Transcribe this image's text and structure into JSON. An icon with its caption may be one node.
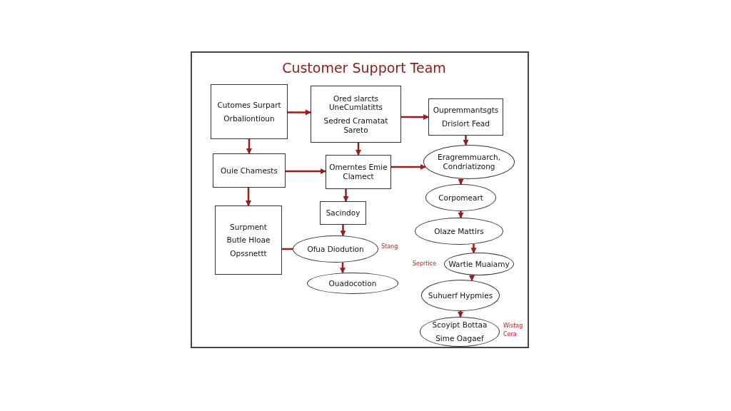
{
  "diagram": {
    "title": "Customer Support Team",
    "nodes": [
      {
        "text": [
          "Cutomes Surpart",
          "Orbaliontioun"
        ]
      },
      {
        "text": [
          "Ored slarcts UneCumlatitts",
          "Sedred Cramatat Sareto"
        ]
      },
      {
        "text": [
          "Oupremmantsgts",
          "Drislort Fead"
        ]
      },
      {
        "text": [
          "Ouie Chamests"
        ]
      },
      {
        "text": [
          "Omerntes Emie Clamect"
        ]
      },
      {
        "text": [
          "Eragremmuarch, Condriatizong"
        ]
      },
      {
        "text": [
          "Surpment",
          "Butle Hloae",
          "Opssnettt"
        ]
      },
      {
        "text": [
          "Sacindoy"
        ]
      },
      {
        "text": [
          "Ofua Diodution"
        ],
        "beside": [
          "Stang"
        ]
      },
      {
        "text": [
          "Ouadocotion"
        ]
      },
      {
        "text": [
          "Corpomeart"
        ]
      },
      {
        "text": [
          "Olaze Mattirs"
        ]
      },
      {
        "text": [
          "Wartie Muaiamy"
        ],
        "beside": [
          "Seprtice"
        ]
      },
      {
        "text": [
          "Suhuerf Hypmies"
        ]
      },
      {
        "text": [
          "Scoyipt Bottaa",
          "Sime Oagaef"
        ],
        "beside": [
          "Wistag",
          "Cera"
        ]
      }
    ],
    "edges": [
      {
        "from": 0,
        "to": 1,
        "arrow": "to"
      },
      {
        "from": 1,
        "to": 2,
        "arrow": "to"
      },
      {
        "from": 0,
        "to": 3,
        "arrow": "to"
      },
      {
        "from": 1,
        "to": 4,
        "arrow": "to"
      },
      {
        "from": 3,
        "to": 4,
        "arrow": "to"
      },
      {
        "from": 4,
        "to": 5,
        "arrow": "to"
      },
      {
        "from": 2,
        "to": 5,
        "arrow": "to"
      },
      {
        "from": 3,
        "to": 6,
        "arrow": "to"
      },
      {
        "from": 4,
        "to": 7,
        "arrow": "to"
      },
      {
        "from": 7,
        "to": 8,
        "arrow": "to"
      },
      {
        "from": 6,
        "to": 8,
        "arrow": "none"
      },
      {
        "from": 8,
        "to": 9,
        "arrow": "to"
      },
      {
        "from": 5,
        "to": 10,
        "arrow": "to"
      },
      {
        "from": 10,
        "to": 11,
        "arrow": "to"
      },
      {
        "from": 11,
        "to": 12,
        "arrow": "to"
      },
      {
        "from": 12,
        "to": 13,
        "arrow": "to"
      },
      {
        "from": 13,
        "to": 14,
        "arrow": "to"
      }
    ]
  }
}
